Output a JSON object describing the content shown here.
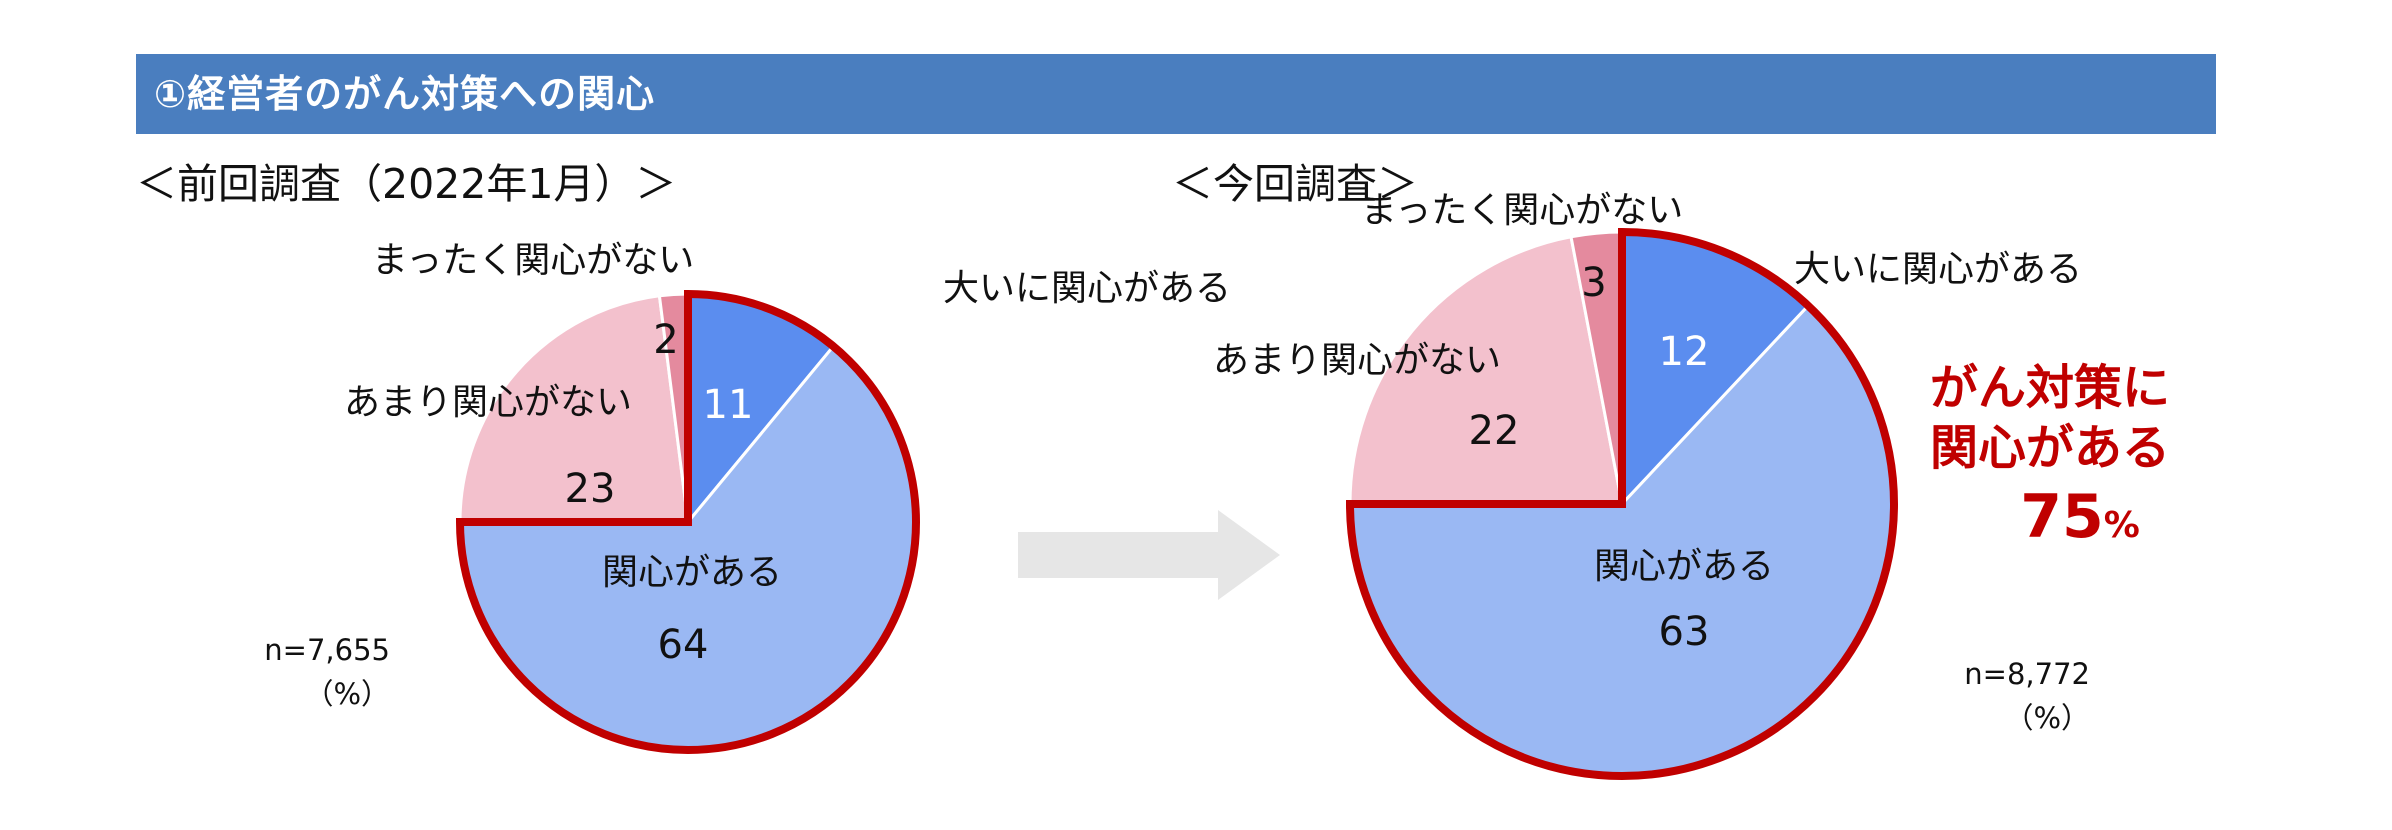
{
  "header": {
    "title": "①経営者のがん対策への関心"
  },
  "left": {
    "title": "＜前回調査（2022年1月）＞",
    "n_label": "n=7,655",
    "unit_label": "（%）"
  },
  "right": {
    "title": "＜今回調査＞",
    "n_label": "n=8,772",
    "unit_label": "（%）"
  },
  "callout": {
    "line1": "がん対策に",
    "line2": "関心がある",
    "value": "75",
    "unit": "%"
  },
  "colors": {
    "header": "#4a7ebf",
    "strongly_interested": "#5b8def",
    "interested": "#9ab8f3",
    "not_very": "#f3c1cd",
    "not_at_all": "#e48a9e",
    "highlight": "#c00000",
    "arrow": "#e6e6e6"
  },
  "chart_data": [
    {
      "type": "pie",
      "title": "＜前回調査（2022年1月）＞",
      "unit": "%",
      "slices": [
        {
          "label": "大いに関心がある",
          "value": 11
        },
        {
          "label": "関心がある",
          "value": 64
        },
        {
          "label": "あまり関心がない",
          "value": 23
        },
        {
          "label": "まったく関心がない",
          "value": 2
        }
      ],
      "n": "n=7,655"
    },
    {
      "type": "pie",
      "title": "＜今回調査＞",
      "unit": "%",
      "slices": [
        {
          "label": "大いに関心がある",
          "value": 12
        },
        {
          "label": "関心がある",
          "value": 63
        },
        {
          "label": "あまり関心がない",
          "value": 22
        },
        {
          "label": "まったく関心がない",
          "value": 3
        }
      ],
      "n": "n=8,772"
    }
  ]
}
